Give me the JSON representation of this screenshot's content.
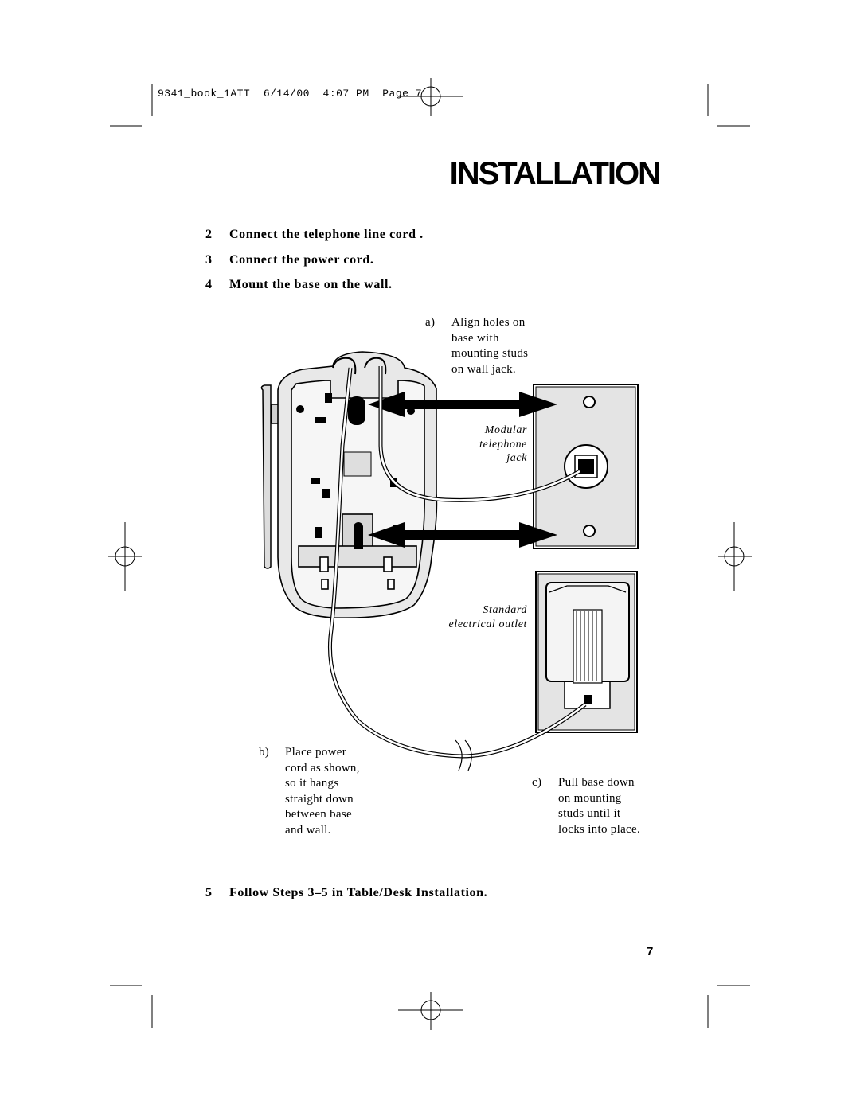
{
  "header": {
    "slug": "9341_book_1ATT  6/14/00  4:07 PM  Page 7"
  },
  "title": "INSTALLATION",
  "steps": [
    {
      "num": "2",
      "text": "Connect the telephone line cord ."
    },
    {
      "num": "3",
      "text": "Connect the power cord."
    },
    {
      "num": "4",
      "text": "Mount the base on the wall."
    }
  ],
  "notes": {
    "a": {
      "label": "a)",
      "text": [
        "Align holes on",
        "base with",
        "mounting studs",
        "on wall jack."
      ]
    },
    "b": {
      "label": "b)",
      "text": [
        "Place power",
        "cord as shown,",
        "so it hangs",
        "straight down",
        "between base",
        "and wall."
      ]
    },
    "c": {
      "label": "c)",
      "text": [
        "Pull base down",
        "on mounting",
        "studs until it",
        "locks into place."
      ]
    }
  },
  "captions": {
    "jack": [
      "Modular",
      "telephone",
      "jack"
    ],
    "outlet": [
      "Standard",
      "electrical outlet"
    ]
  },
  "final_step": {
    "num": "5",
    "text": "Follow Steps 3–5 in Table/Desk Installation."
  },
  "page_number": "7"
}
